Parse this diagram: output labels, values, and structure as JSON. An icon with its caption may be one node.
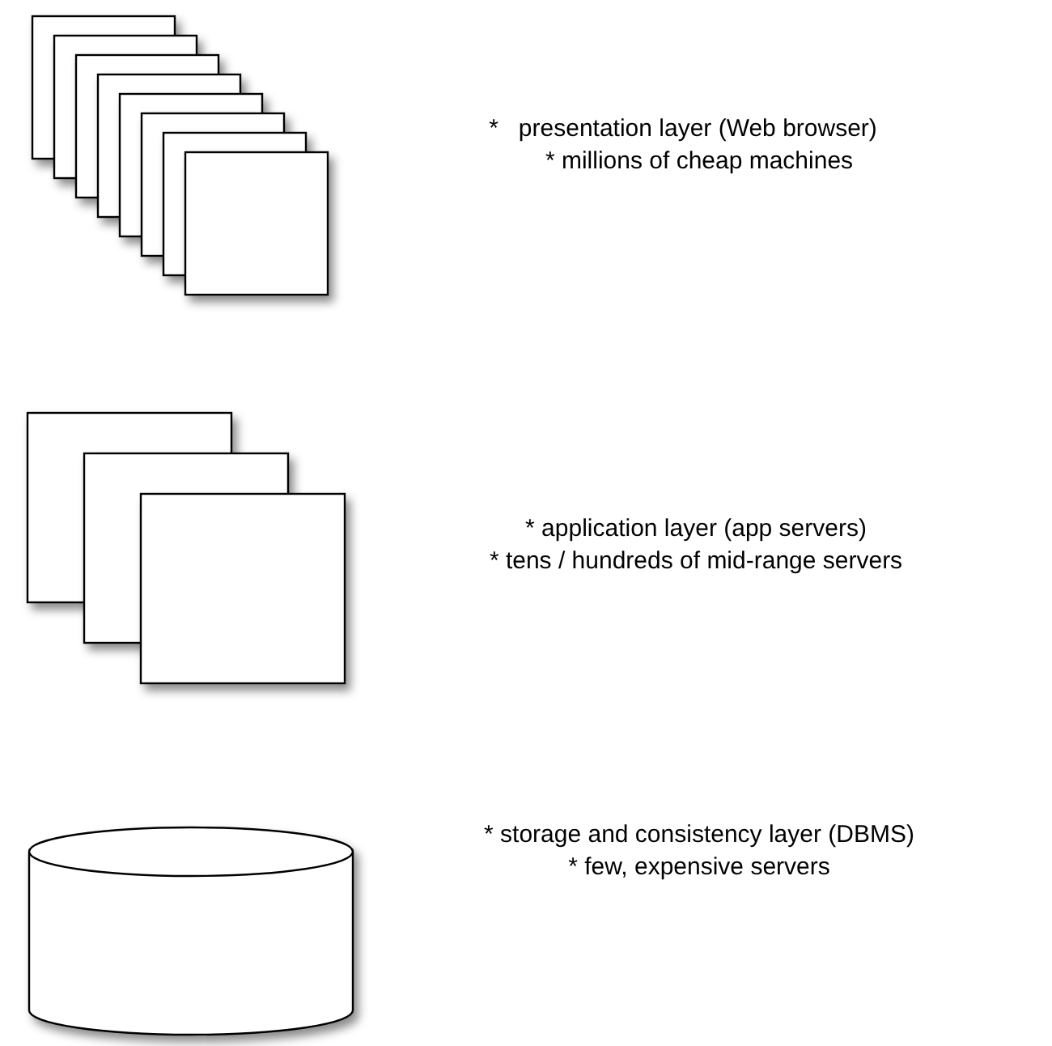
{
  "diagram": {
    "labels": [
      "*   presentation layer (Web browser)",
      "* millions of cheap machines",
      "* application layer (app servers)",
      "* tens / hundreds of mid-range servers",
      "* storage and consistency layer (DBMS)",
      "* few, expensive servers"
    ]
  }
}
